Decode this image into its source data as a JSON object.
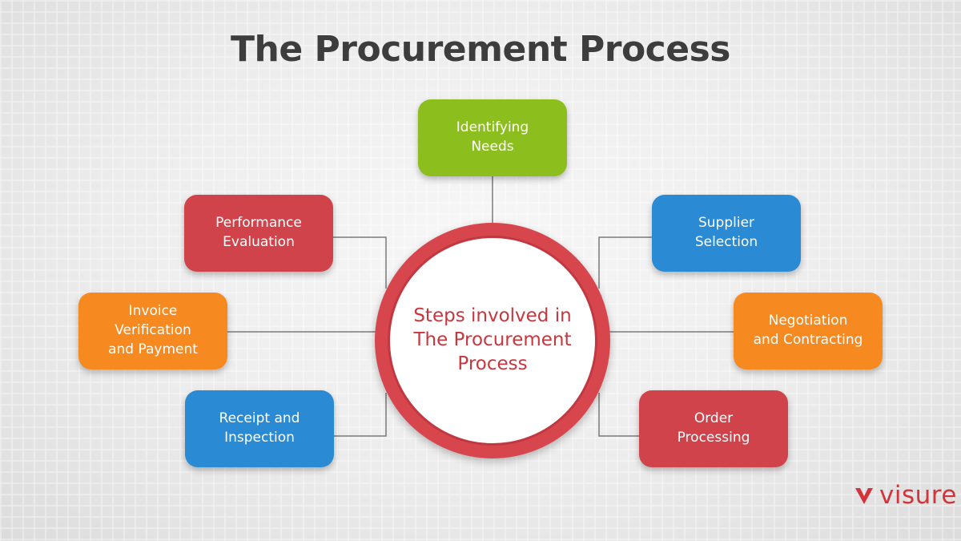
{
  "title": "The Procurement Process",
  "center": {
    "label": "Steps involved in\nThe Procurement\nProcess"
  },
  "steps": [
    {
      "label": "Identifying\nNeeds",
      "color": "#8cbf1e"
    },
    {
      "label": "Supplier\nSelection",
      "color": "#2a8ad3"
    },
    {
      "label": "Negotiation\nand Contracting",
      "color": "#f6891f"
    },
    {
      "label": "Order\nProcessing",
      "color": "#d0434b"
    },
    {
      "label": "Receipt and\nInspection",
      "color": "#2a8ad3"
    },
    {
      "label": "Invoice\nVerification\nand Payment",
      "color": "#f6891f"
    },
    {
      "label": "Performance\nEvaluation",
      "color": "#d0434b"
    }
  ],
  "logo": {
    "text": "visure",
    "color": "#d2343b"
  }
}
